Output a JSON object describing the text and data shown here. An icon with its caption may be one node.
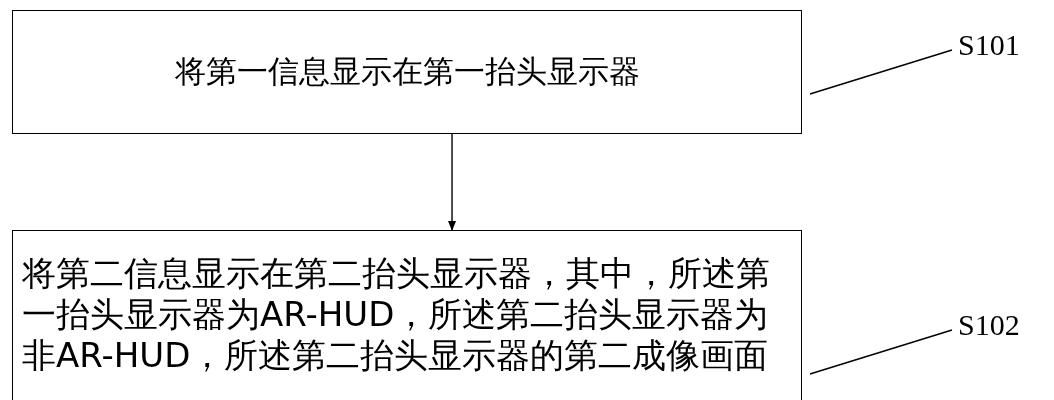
{
  "diagram": {
    "nodes": [
      {
        "text": [
          "将第一信息显示在第一抬头显示器"
        ]
      },
      {
        "text": [
          "S101"
        ]
      },
      {
        "text": [
          "将第二信息显示在第二抬头显示器，其中，所述第一抬头显示器为AR-HUD，所述第二抬头显示器为非AR-HUD，所述第二抬头显示器的第二成像画面"
        ]
      },
      {
        "text": [
          "S102"
        ]
      }
    ],
    "edges": [
      {
        "from": 0,
        "to": 2,
        "arrow": "to"
      },
      {
        "from": 1,
        "to": 0,
        "arrow": "none"
      },
      {
        "from": 3,
        "to": 2,
        "arrow": "none"
      }
    ]
  }
}
